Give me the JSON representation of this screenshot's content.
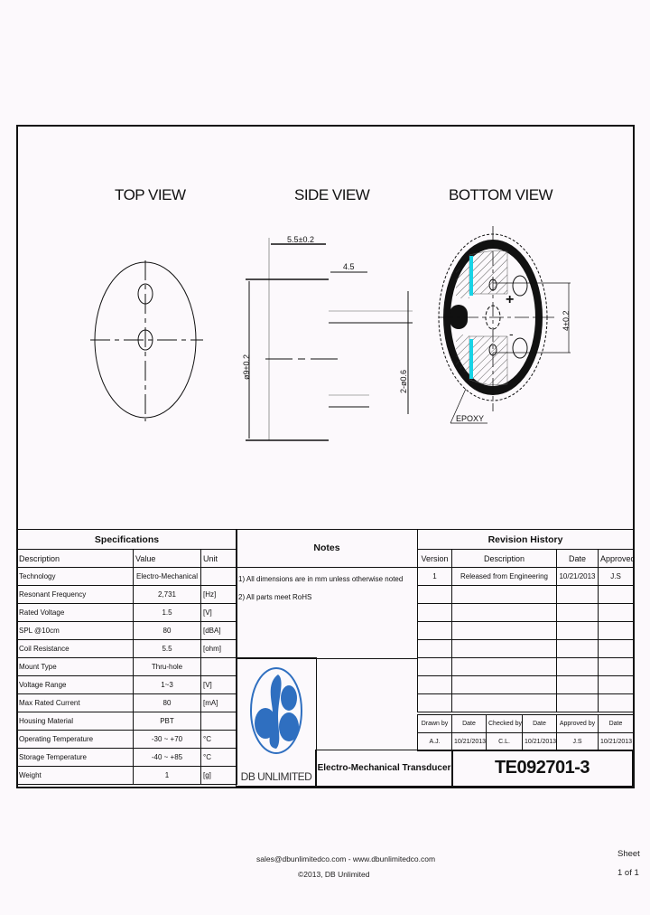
{
  "views": {
    "top": "TOP VIEW",
    "side": "SIDE VIEW",
    "bottom": "BOTTOM VIEW"
  },
  "dimensions": {
    "length": "5.5±0.2",
    "pin_length": "4.5",
    "diameter": "ø9±0.2",
    "pin_spacing_side": "2-ø0.6",
    "pin_spacing_bottom": "4±0.2",
    "epoxy": "EPOXY",
    "plus": "+",
    "minus": "-"
  },
  "specifications": {
    "title": "Specifications",
    "columns": [
      "Description",
      "Value",
      "Unit"
    ],
    "rows": [
      {
        "description": "Technology",
        "value": "Electro-Mechanical",
        "unit": ""
      },
      {
        "description": "Resonant Frequency",
        "value": "2,731",
        "unit": "[Hz]"
      },
      {
        "description": "Rated Voltage",
        "value": "1.5",
        "unit": "[V]"
      },
      {
        "description": "SPL @10cm",
        "value": "80",
        "unit": "[dBA]"
      },
      {
        "description": "Coil Resistance",
        "value": "5.5",
        "unit": "[ohm]"
      },
      {
        "description": "Mount Type",
        "value": "Thru-hole",
        "unit": ""
      },
      {
        "description": "Voltage Range",
        "value": "1~3",
        "unit": "[V]"
      },
      {
        "description": "Max Rated Current",
        "value": "80",
        "unit": "[mA]"
      },
      {
        "description": "Housing Material",
        "value": "PBT",
        "unit": ""
      },
      {
        "description": "Operating Temperature",
        "value": "-30 ~ +70",
        "unit": "°C"
      },
      {
        "description": "Storage Temperature",
        "value": "-40 ~ +85",
        "unit": "°C"
      },
      {
        "description": "Weight",
        "value": "1",
        "unit": "[g]"
      }
    ]
  },
  "notes": {
    "title": "Notes",
    "items": [
      "1) All dimensions are in mm unless otherwise noted",
      "2) All parts meet RoHS"
    ]
  },
  "revision_history": {
    "title": "Revision History",
    "columns": [
      "Version",
      "Description",
      "Date",
      "Approved"
    ],
    "rows": [
      {
        "version": "1",
        "description": "Released from Engineering",
        "date": "10/21/2013",
        "approved": "J.S"
      }
    ]
  },
  "signoff": {
    "columns": [
      "Drawn by",
      "Date",
      "Checked by",
      "Date",
      "Approved by",
      "Date"
    ],
    "values": [
      "A.J.",
      "10/21/2013",
      "C.L.",
      "10/21/2013",
      "J.S",
      "10/21/2013"
    ]
  },
  "title_block": {
    "logo_text": "DB UNLIMITED",
    "product": "Electro-Mechanical Transducer",
    "part_number": "TE092701-3"
  },
  "footer": {
    "contact": "sales@dbunlimitedco.com - www.dbunlimitedco.com",
    "copyright": "©2013, DB Unlimited",
    "sheet_label": "Sheet",
    "sheet_value": "1 of 1"
  },
  "colors": {
    "logo_blue": "#2f6fc0",
    "terminal_cyan": "#19d3e6"
  }
}
